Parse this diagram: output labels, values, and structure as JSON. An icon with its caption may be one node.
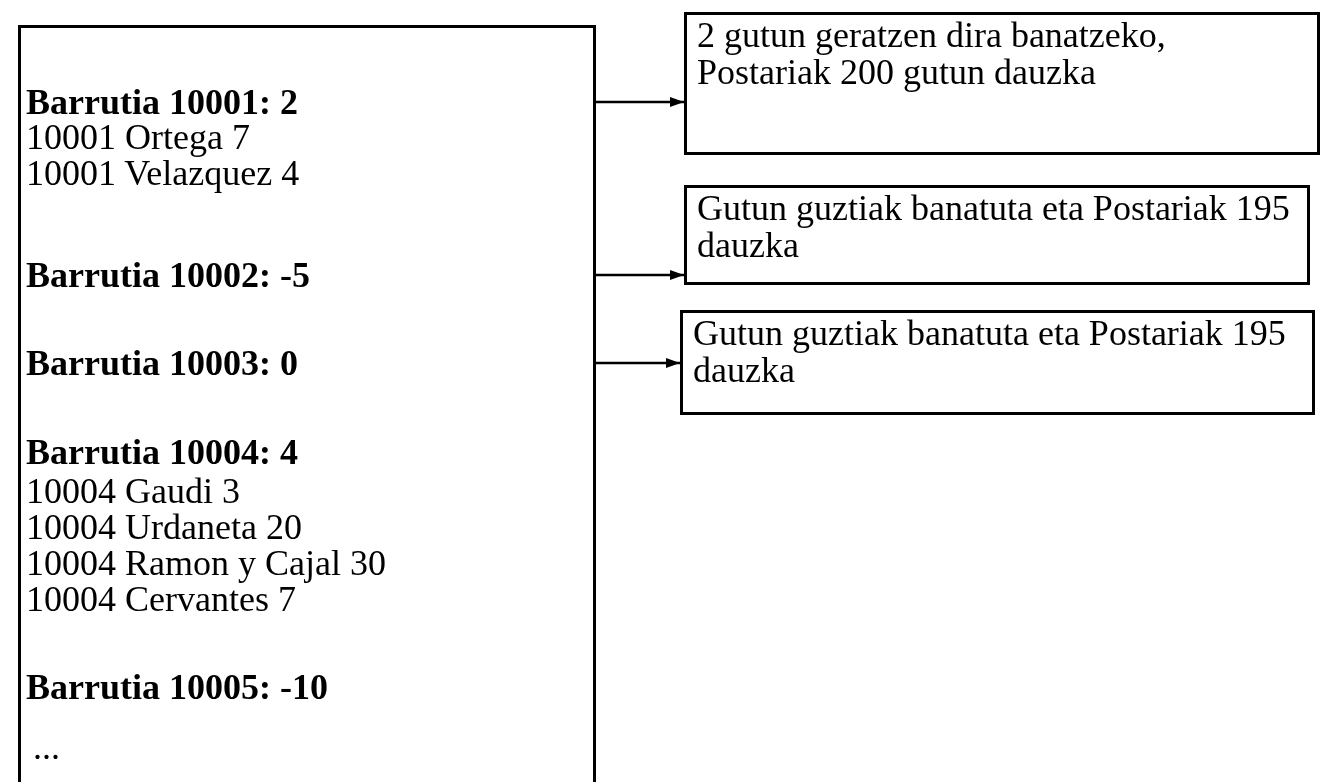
{
  "diagram": {
    "nodes": [
      {
        "text": [
          "10001 Ortega 7",
          "10001 Velazquez 4",
          "10004 Gaudi 3",
          "10004 Urdaneta 20",
          "10004 Ramon y Cajal 30",
          "10004 Cervantes 7",
          "..."
        ]
      },
      {
        "text": [
          "Barrutia 10001: 2"
        ],
        "in": 0
      },
      {
        "text": [
          "Barrutia 10002: -5"
        ],
        "in": 0
      },
      {
        "text": [
          "Barrutia 10003: 0"
        ],
        "in": 0
      },
      {
        "text": [
          "Barrutia 10004: 4"
        ],
        "in": 0
      },
      {
        "text": [
          "Barrutia 10005: -10"
        ],
        "in": 0
      },
      {
        "text": [
          "2 gutun geratzen dira banatzeko, Postariak 200 gutun dauzka"
        ]
      },
      {
        "text": [
          "Gutun guztiak banatuta eta Postariak 195 dauzka"
        ]
      },
      {
        "text": [
          "Gutun guztiak banatuta eta Postariak 195 dauzka"
        ]
      }
    ],
    "edges": [
      {
        "from": 1,
        "to": 6,
        "arrow": "to"
      },
      {
        "from": 2,
        "to": 7,
        "arrow": "to"
      },
      {
        "from": 3,
        "to": 8,
        "arrow": "to"
      }
    ]
  }
}
